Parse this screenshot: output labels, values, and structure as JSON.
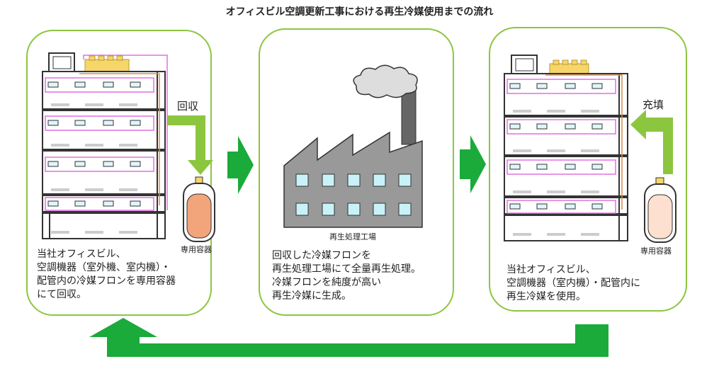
{
  "title": "オフィスビル空調更新工事における再生冷媒使用までの流れ",
  "left": {
    "text": [
      "当社オフィスビル、",
      "空調機器（室外機、室内機）・",
      "配管内の冷媒フロンを専用容器",
      "にて回収。"
    ],
    "arrow_label": "回収",
    "container_label": "専用容器"
  },
  "middle": {
    "factory_label": "再生処理工場",
    "text": [
      "回収した冷媒フロンを",
      "再生処理工場にて全量再生処理。",
      "冷媒フロンを純度が高い",
      "再生冷媒に生成。"
    ]
  },
  "right": {
    "text": [
      "当社オフィスビル、",
      "空調機器（室内機）・配管内に",
      "再生冷媒を使用。"
    ],
    "arrow_label": "充填",
    "container_label": "専用容器"
  },
  "colors": {
    "panel_border": "#8cc63f",
    "arrow_green": "#1aab3a",
    "light_green": "#8cc63f",
    "pipe_orange": "#d98b4a",
    "pipe_magenta": "#e070e0",
    "tank_full": "#f2a57a",
    "tank_empty": "#fde0cf",
    "factory_gray": "#999999",
    "window_cyan": "#c8f2f8",
    "unit_yellow": "#f6d56b"
  }
}
